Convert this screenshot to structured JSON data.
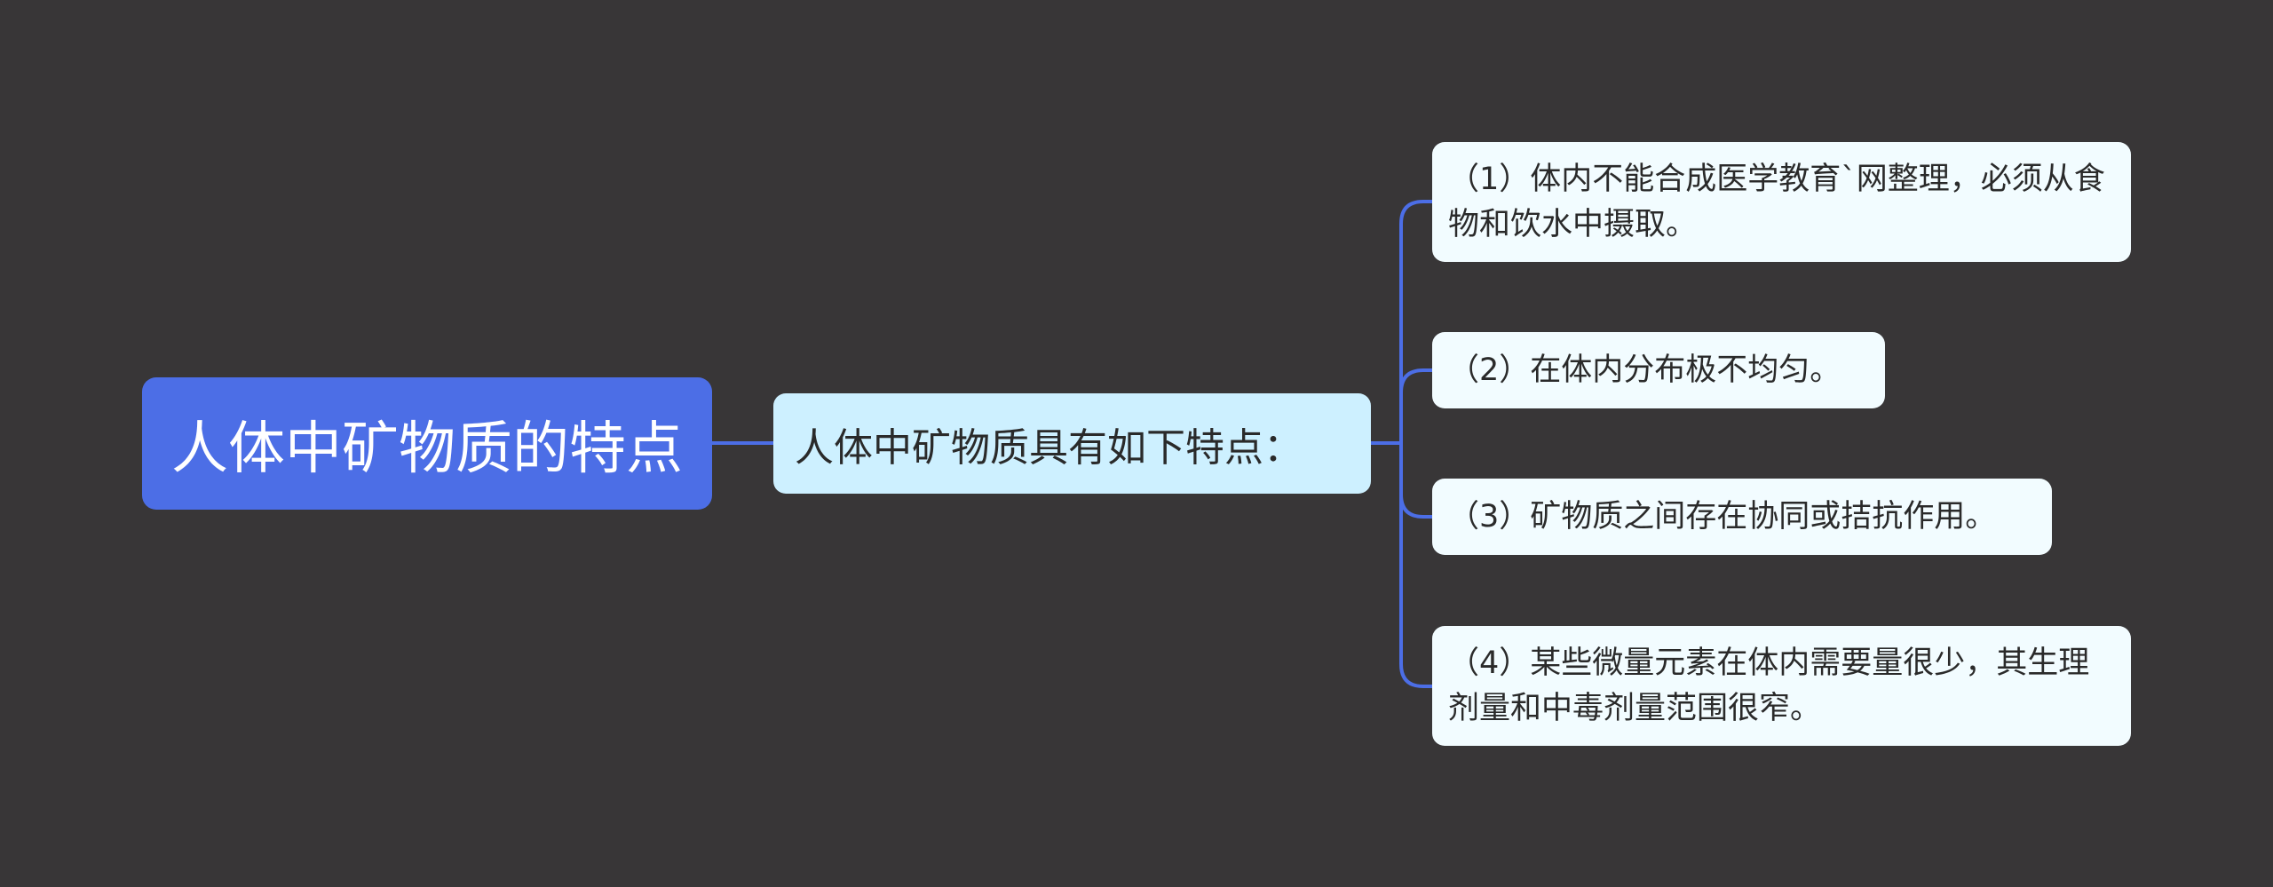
{
  "colors": {
    "background": "#383637",
    "root_fill": "#4c6ee6",
    "mid_fill": "#cdf0ff",
    "leaf_fill": "#f2fcff",
    "connector": "#4c6ee6",
    "text_dark": "#2a2a2a",
    "text_light": "#ffffff"
  },
  "mindmap": {
    "root": {
      "label": "人体中矿物质的特点"
    },
    "branch": {
      "label": "人体中矿物质具有如下特点："
    },
    "leaves": [
      {
        "label": "（1）体内不能合成医学教育`网整理，必须从食物和饮水中摄取。"
      },
      {
        "label": "（2）在体内分布极不均匀。"
      },
      {
        "label": "（3）矿物质之间存在协同或拮抗作用。"
      },
      {
        "label": "（4）某些微量元素在体内需要量很少，其生理剂量和中毒剂量范围很窄。"
      }
    ]
  }
}
